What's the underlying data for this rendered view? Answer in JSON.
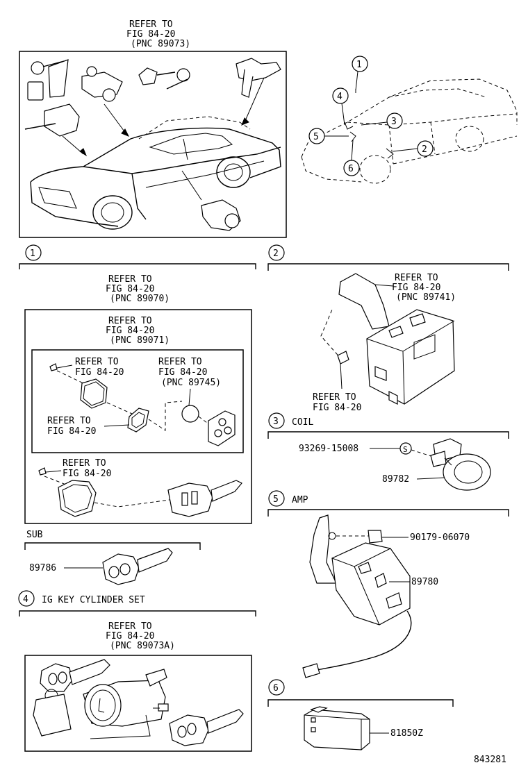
{
  "overview": {
    "refer_lines": [
      "REFER TO",
      "FIG 84-20",
      "(PNC 89073)"
    ],
    "callouts": [
      "1",
      "2",
      "3",
      "4",
      "5",
      "6"
    ]
  },
  "section1": {
    "number": "1",
    "refer_outer": [
      "REFER TO",
      "FIG 84-20",
      "(PNC 89070)"
    ],
    "refer_middle": [
      "REFER TO",
      "FIG 84-20",
      "(PNC 89071)"
    ],
    "refer_screw": [
      "REFER TO",
      "FIG 84-20"
    ],
    "refer_pnc": [
      "REFER TO",
      "FIG 84-20",
      "(PNC 89745)"
    ],
    "refer_gasket": [
      "REFER TO",
      "FIG 84-20"
    ],
    "refer_lower": [
      "REFER TO",
      "FIG 84-20"
    ],
    "sub_label": "SUB",
    "sub_part": "89786"
  },
  "section2": {
    "number": "2",
    "refer_top": [
      "REFER TO",
      "FIG 84-20",
      "(PNC 89741)"
    ],
    "refer_bottom": [
      "REFER TO",
      "FIG 84-20"
    ]
  },
  "section3": {
    "number": "3",
    "title": "COIL",
    "part_a": "93269-15008",
    "part_a_symbol": "S",
    "part_b": "89782"
  },
  "section4": {
    "number": "4",
    "title": "IG KEY CYLINDER SET",
    "refer": [
      "REFER TO",
      "FIG 84-20",
      "(PNC 89073A)"
    ]
  },
  "section5": {
    "number": "5",
    "title": "AMP",
    "part_a": "90179-06070",
    "part_b": "89780"
  },
  "section6": {
    "number": "6",
    "part": "81850Z"
  },
  "figure_number": "843281"
}
